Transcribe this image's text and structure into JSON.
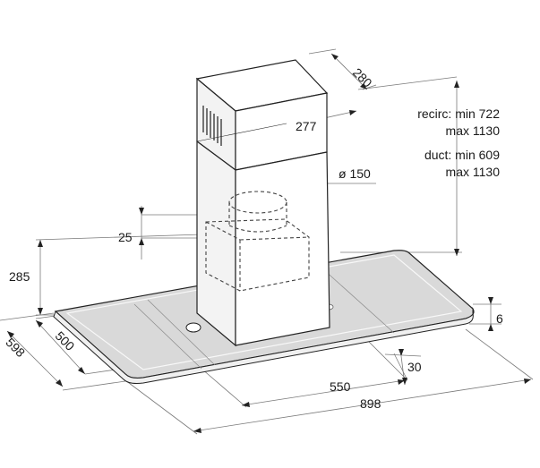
{
  "dimensions": {
    "chimney_depth": "280",
    "chimney_width": "277",
    "recirc_line1": "recirc: min 722",
    "recirc_line2": "max 1130",
    "duct_line1": "duct: min 609",
    "duct_line2": "max 1130",
    "outlet_diameter": "ø 150",
    "offset_25": "25",
    "height_285": "285",
    "thickness_6": "6",
    "depth_598": "598",
    "depth_500": "500",
    "inset_30": "30",
    "width_550": "550",
    "width_898": "898"
  },
  "colors": {
    "line": "#222222",
    "dim_line": "#7a7a7a",
    "glass_fill": "#d9d9d9",
    "glass_edge": "#e9e9e9",
    "chimney_side": "#f3f3f3",
    "vent_slots": "#555555"
  }
}
